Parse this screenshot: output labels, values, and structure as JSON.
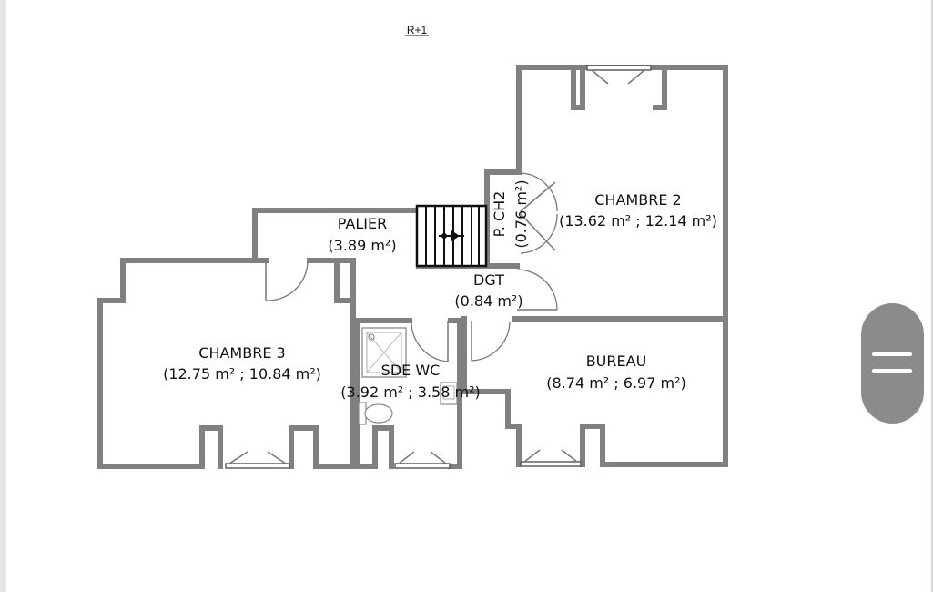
{
  "title": "R+1",
  "rooms": {
    "chambre2": {
      "name": "CHAMBRE 2",
      "area": "(13.62 m² ; 12.14 m²)"
    },
    "chambre3": {
      "name": "CHAMBRE 3",
      "area": "(12.75 m² ; 10.84 m²)"
    },
    "palier": {
      "name": "PALIER",
      "area": "(3.89 m²)"
    },
    "dgt": {
      "name": "DGT",
      "area": "(0.84 m²)"
    },
    "bureau": {
      "name": "BUREAU",
      "area": "(8.74 m² ; 6.97 m²)"
    },
    "sdewc": {
      "name": "SDE WC",
      "area": "(3.92 m² ; 3.58 m²)"
    },
    "pch2": {
      "name": "P. CH2",
      "area": "(0.76 m²)"
    }
  },
  "nav": {
    "icon": "menu-icon"
  },
  "colors": {
    "wall": "#808080",
    "nav_bg": "#8b8b8b",
    "background": "#ffffff"
  }
}
